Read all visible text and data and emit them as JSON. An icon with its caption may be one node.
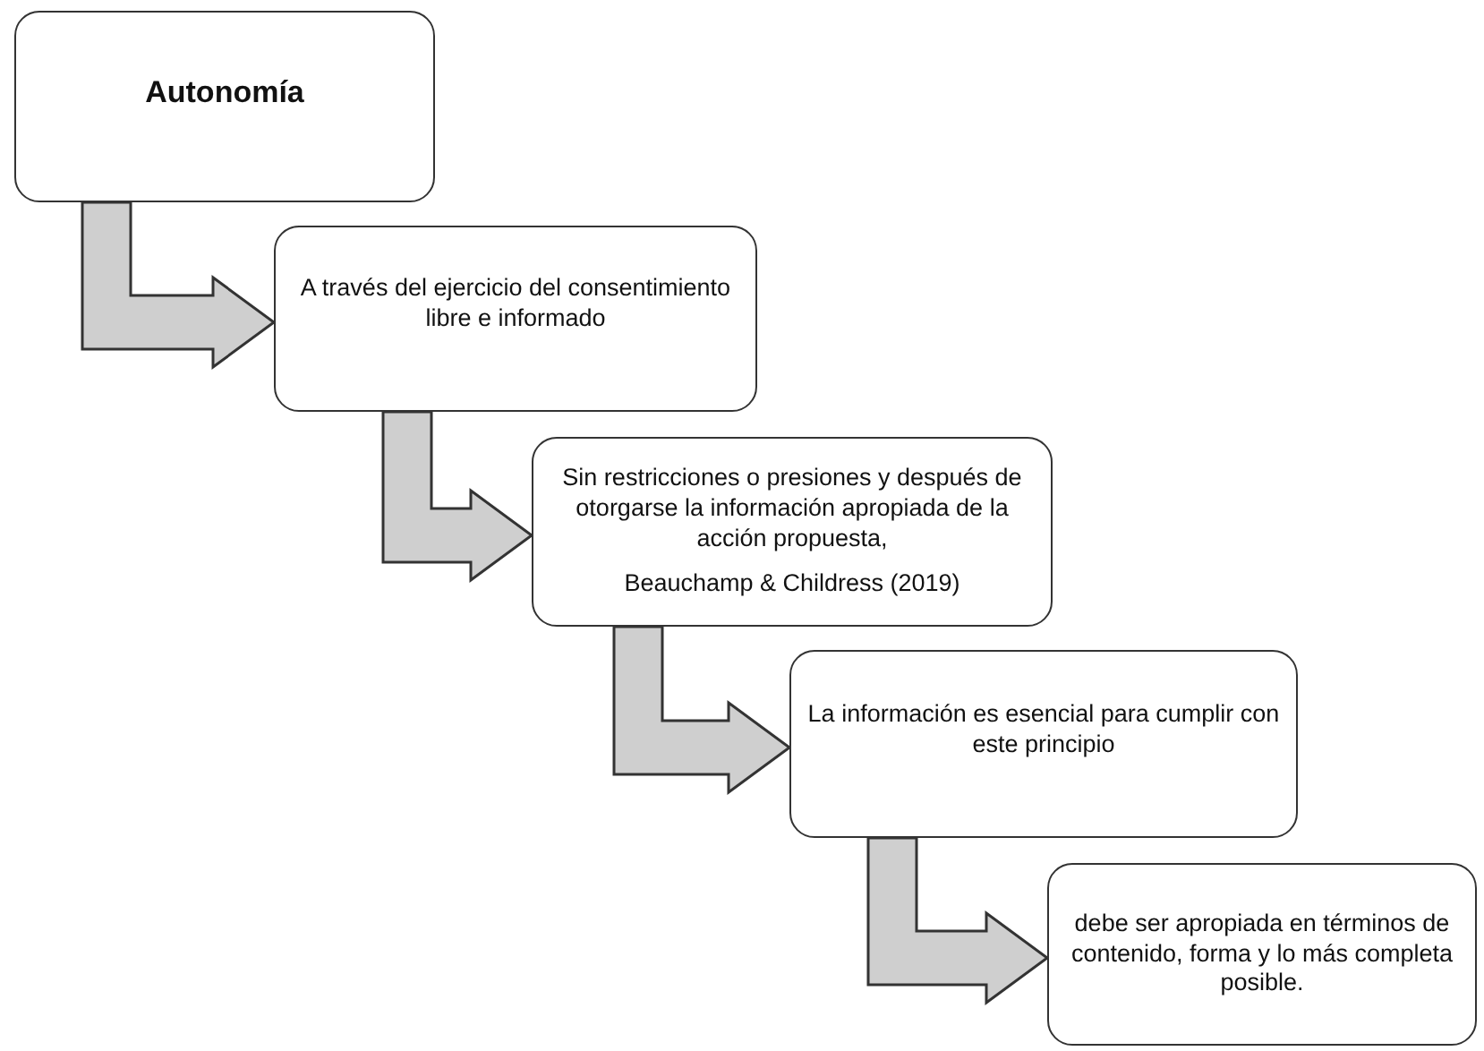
{
  "diagram": {
    "nodes": [
      {
        "text": [
          "Autonomía"
        ]
      },
      {
        "text": [
          "A través del ejercicio del consentimiento libre e informado"
        ]
      },
      {
        "text": [
          "Sin restricciones o presiones y después de otorgarse la información apropiada de la acción propuesta,",
          "Beauchamp & Childress (2019)"
        ]
      },
      {
        "text": [
          "La información es esencial para cumplir con este principio"
        ]
      },
      {
        "text": [
          "debe ser apropiada en términos de contenido, forma y lo más completa posible."
        ]
      }
    ],
    "edges": [
      {
        "from": 0,
        "to": 1,
        "arrow": "to"
      },
      {
        "from": 1,
        "to": 2,
        "arrow": "to"
      },
      {
        "from": 2,
        "to": 3,
        "arrow": "to"
      },
      {
        "from": 3,
        "to": 4,
        "arrow": "to"
      }
    ]
  }
}
